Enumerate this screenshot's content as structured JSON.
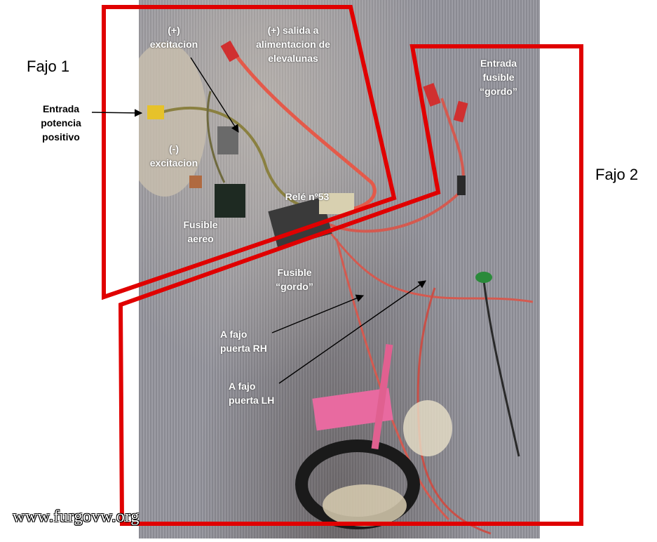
{
  "harness_1": {
    "title": "Fajo 1",
    "power_input": "Entrada\npotencia\npositivo",
    "excitation_pos": "(+)\nexcitacion",
    "window_lift_output": "(+) salida a\nalimentacion de\nelevalunas",
    "excitation_neg": "(-)\nexcitacion",
    "relay": "Relé nº53",
    "aerial_fuse": "Fusible\naereo",
    "big_fuse": "Fusible\n“gordo”"
  },
  "harness_2": {
    "title": "Fajo 2",
    "big_fuse_input": "Entrada\nfusible\n“gordo”",
    "door_rh": "A fajo\npuerta RH",
    "door_lh": "A fajo\npuerta LH"
  },
  "watermark": "www.furgovw.org",
  "colors": {
    "outline": "#e00000",
    "arrow": "#000000",
    "label": "#ffffff"
  }
}
